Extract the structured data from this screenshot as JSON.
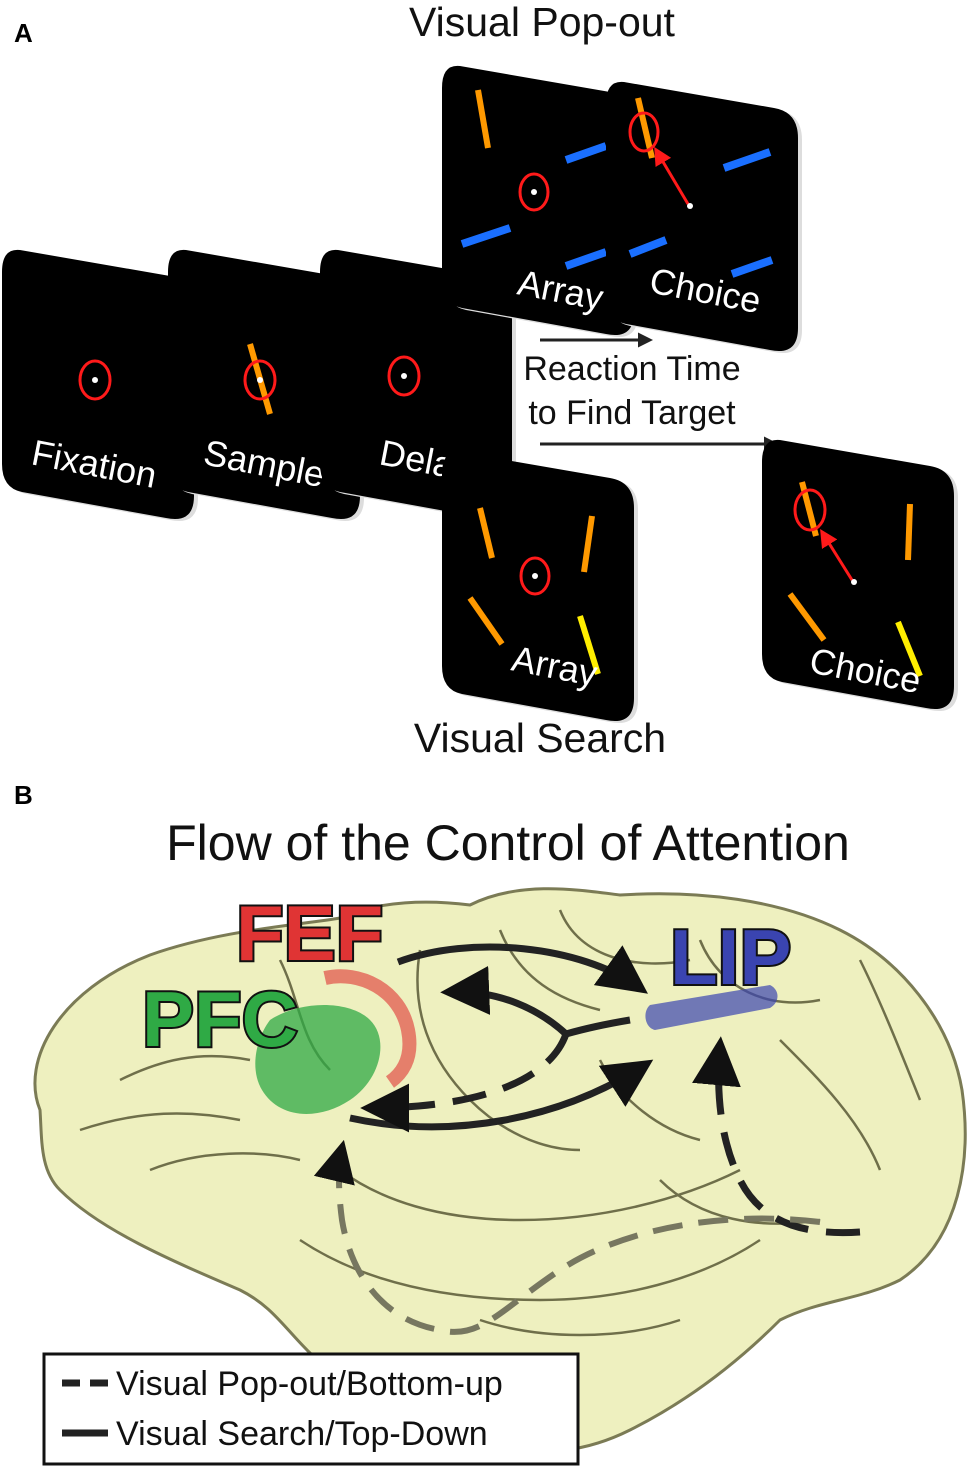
{
  "panel_a": {
    "letter": "A",
    "popout_title": "Visual Pop-out",
    "search_title": "Visual Search",
    "screens": {
      "fixation": "Fixation",
      "sample": "Sample",
      "delay": "Delay",
      "popout_array": "Array",
      "popout_choice": "Choice",
      "search_array": "Array",
      "search_choice": "Choice"
    },
    "reaction_time_line1": "Reaction Time",
    "reaction_time_line2": "to Find Target"
  },
  "panel_b": {
    "letter": "B",
    "title": "Flow of the Control of Attention",
    "regions": {
      "fef": "FEF",
      "pfc": "PFC",
      "lip": "LIP"
    },
    "legend": {
      "dashed": "Visual Pop-out/Bottom-up",
      "solid": "Visual Search/Top-Down"
    }
  },
  "colors": {
    "screen_bg": "#000000",
    "fixation_ring": "#ff1a1a",
    "orange_bar": "#ff9900",
    "blue_bar": "#1a6fff",
    "yellow_bar": "#ffee00",
    "brain": "#eef0bf",
    "fef": "#e03434",
    "pfc": "#2faa45",
    "lip": "#3a44b0"
  }
}
